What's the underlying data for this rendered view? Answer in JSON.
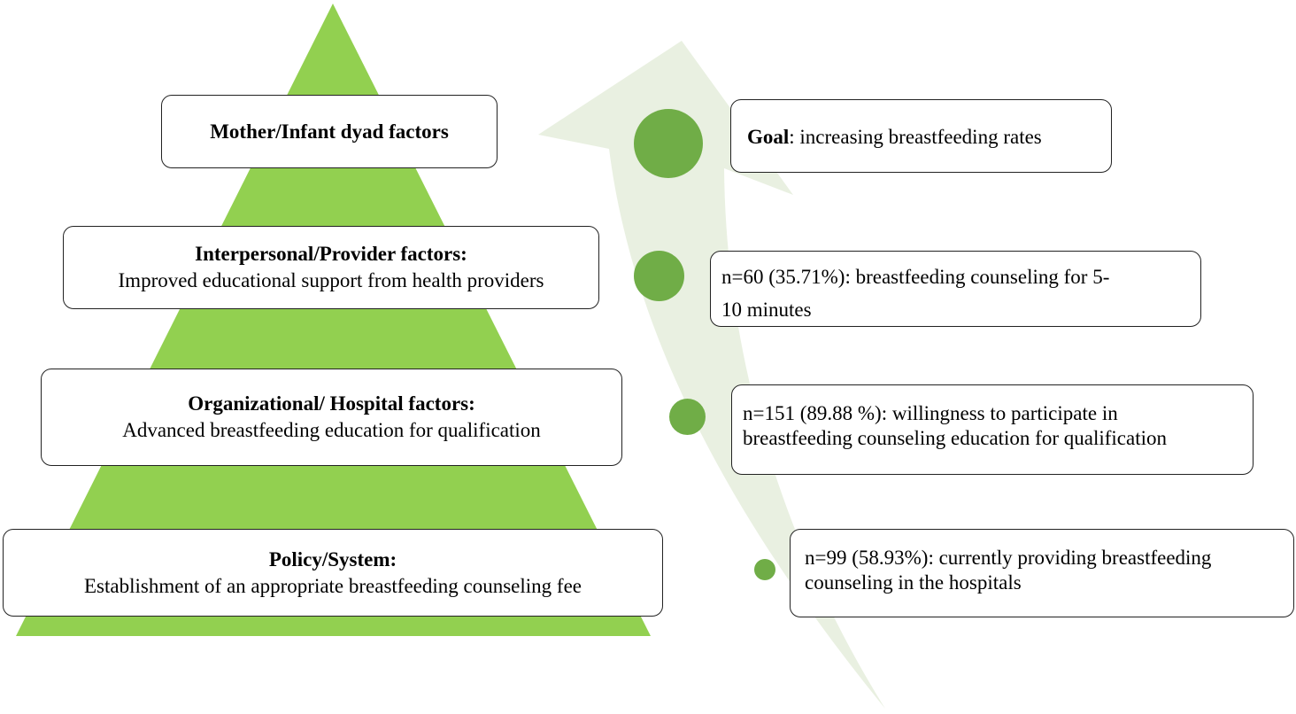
{
  "colors": {
    "pyramid": "#92d050",
    "arrow": "#e9f0e1",
    "dots": "#70ad47",
    "box_border": "#222222"
  },
  "pyramid_levels": [
    {
      "title": "Mother/Infant dyad factors",
      "text": ""
    },
    {
      "title": "Interpersonal/Provider factors:",
      "text": "Improved educational support from health providers"
    },
    {
      "title": "Organizational/ Hospital factors:",
      "text": "Advanced breastfeeding education for qualification"
    },
    {
      "title": "Policy/System:",
      "text": "Establishment of an appropriate breastfeeding counseling fee"
    }
  ],
  "goal": {
    "label": "Goal",
    "text": ": increasing breastfeeding rates"
  },
  "results": [
    {
      "line1": "n=60 (35.71%):  breastfeeding counseling for 5-",
      "line2": "10 minutes"
    },
    {
      "line1": "n=151 (89.88 %): willingness to participate in",
      "line2": "breastfeeding counseling education for qualification"
    },
    {
      "line1": "n=99 (58.93%): currently providing breastfeeding",
      "line2": "counseling in the hospitals"
    }
  ]
}
